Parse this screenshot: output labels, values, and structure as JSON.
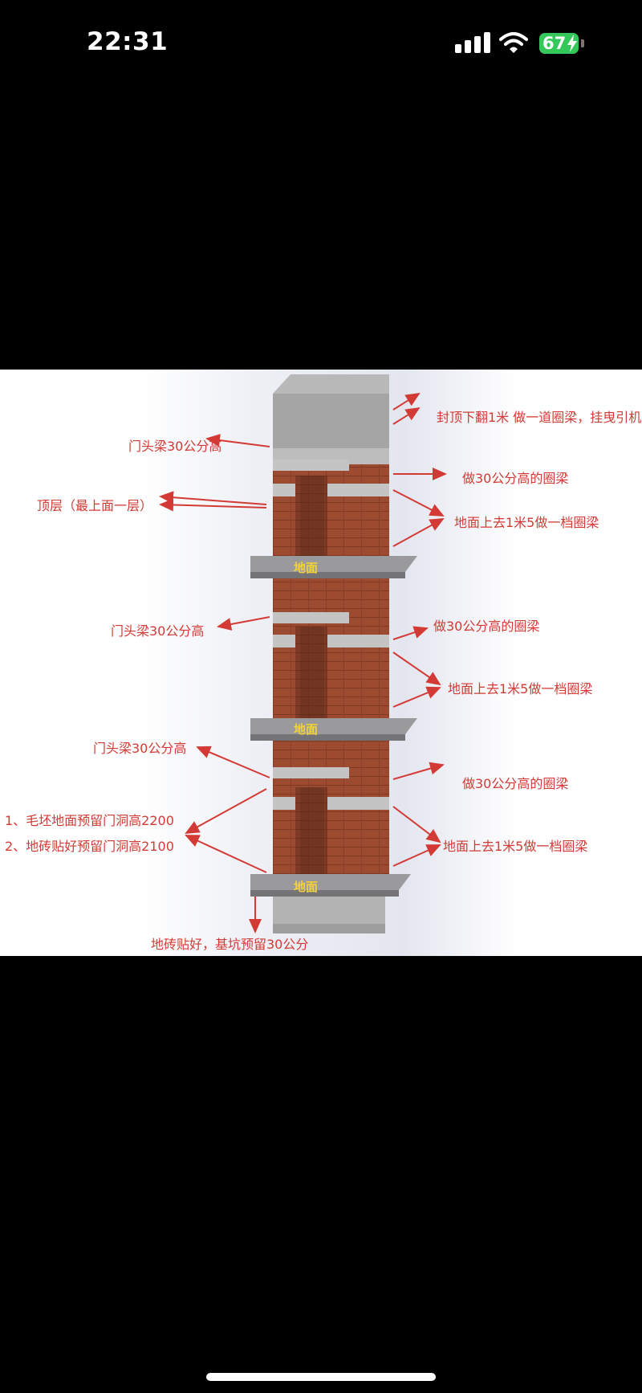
{
  "status_bar": {
    "time": "22:31",
    "battery_level": "67",
    "battery_color": "#34c759",
    "icons": [
      "signal-icon",
      "wifi-icon",
      "battery-icon",
      "charging-bolt-icon"
    ]
  },
  "diagram": {
    "colors": {
      "brick": "#9a4a2f",
      "concrete": "#a7a7a7",
      "slab": "#8f9094",
      "annotation": "#d33a35",
      "floor_tag": "#f2d13a"
    },
    "labels": {
      "top_right_top": "封顶下翻1米 做一道圈梁，挂曳引机",
      "top_left_beam": "门头梁30公分高",
      "top_right_beam": "做30公分高的圈梁",
      "top_left_floor": "顶层（最上面一层）",
      "top_right_every": "地面上去1米5做一档圈梁",
      "mid_left_beam": "门头梁30公分高",
      "mid_right_beam": "做30公分高的圈梁",
      "mid_right_every": "地面上去1米5做一档圈梁",
      "bot_left_beam": "门头梁30公分高",
      "bot_right_beam": "做30公分高的圈梁",
      "bot_left_note1": "1、毛坯地面预留门洞高2200",
      "bot_left_note2": "2、地砖贴好预留门洞高2100",
      "bot_right_every": "地面上去1米5做一档圈梁",
      "pit_note": "地砖贴好，基坑预留30公分"
    },
    "floor_tags": [
      "地面",
      "地面",
      "地面"
    ]
  }
}
